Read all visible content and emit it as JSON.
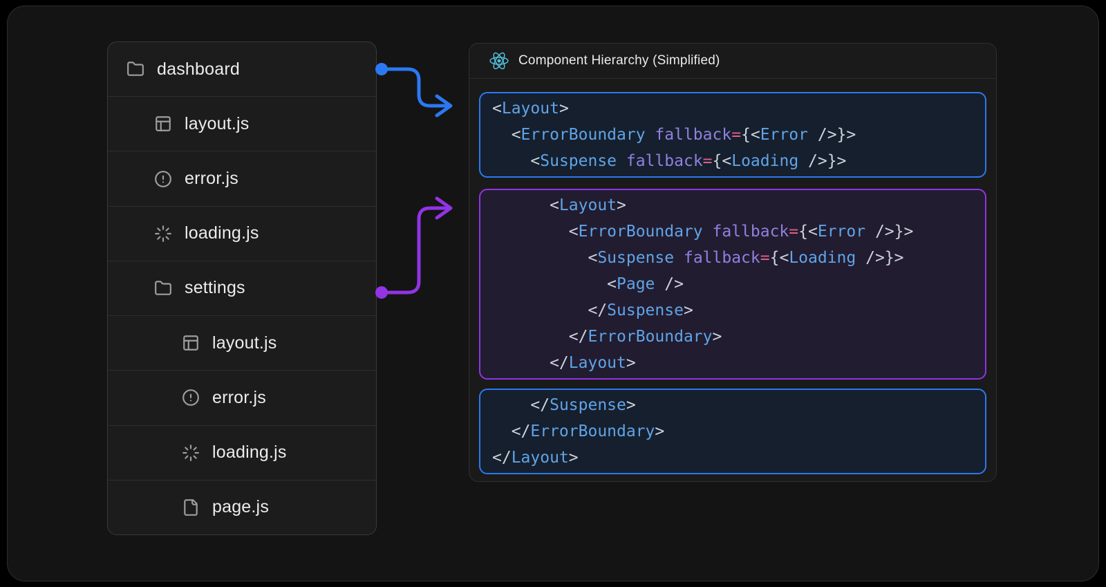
{
  "file_tree": {
    "items": [
      {
        "label": "dashboard",
        "icon": "folder",
        "indent": 0
      },
      {
        "label": "layout.js",
        "icon": "layout",
        "indent": 1
      },
      {
        "label": "error.js",
        "icon": "alert-circle",
        "indent": 1
      },
      {
        "label": "loading.js",
        "icon": "loader",
        "indent": 1
      },
      {
        "label": "settings",
        "icon": "folder",
        "indent": 1
      },
      {
        "label": "layout.js",
        "icon": "layout",
        "indent": 2
      },
      {
        "label": "error.js",
        "icon": "alert-circle",
        "indent": 2
      },
      {
        "label": "loading.js",
        "icon": "loader",
        "indent": 2
      },
      {
        "label": "page.js",
        "icon": "file",
        "indent": 2
      }
    ]
  },
  "hierarchy_panel": {
    "title": "Component Hierarchy (Simplified)",
    "icon": "react-icon",
    "blocks": [
      {
        "accent": "blue",
        "source": "dashboard",
        "lines": [
          [
            [
              "p",
              "<"
            ],
            [
              "t",
              "Layout"
            ],
            [
              "p",
              ">"
            ]
          ],
          [
            [
              "p",
              "  <"
            ],
            [
              "t",
              "ErrorBoundary"
            ],
            [
              "p",
              " "
            ],
            [
              "a",
              "fallback"
            ],
            [
              "o",
              "="
            ],
            [
              "p",
              "{<"
            ],
            [
              "t",
              "Error"
            ],
            [
              "p",
              " />}>"
            ]
          ],
          [
            [
              "p",
              "    <"
            ],
            [
              "t",
              "Suspense"
            ],
            [
              "p",
              " "
            ],
            [
              "a",
              "fallback"
            ],
            [
              "o",
              "="
            ],
            [
              "p",
              "{<"
            ],
            [
              "t",
              "Loading"
            ],
            [
              "p",
              " />}>"
            ]
          ]
        ]
      },
      {
        "accent": "purple",
        "source": "settings",
        "lines": [
          [
            [
              "p",
              "      <"
            ],
            [
              "t",
              "Layout"
            ],
            [
              "p",
              ">"
            ]
          ],
          [
            [
              "p",
              "        <"
            ],
            [
              "t",
              "ErrorBoundary"
            ],
            [
              "p",
              " "
            ],
            [
              "a",
              "fallback"
            ],
            [
              "o",
              "="
            ],
            [
              "p",
              "{<"
            ],
            [
              "t",
              "Error"
            ],
            [
              "p",
              " />}>"
            ]
          ],
          [
            [
              "p",
              "          <"
            ],
            [
              "t",
              "Suspense"
            ],
            [
              "p",
              " "
            ],
            [
              "a",
              "fallback"
            ],
            [
              "o",
              "="
            ],
            [
              "p",
              "{<"
            ],
            [
              "t",
              "Loading"
            ],
            [
              "p",
              " />}>"
            ]
          ],
          [
            [
              "p",
              "            <"
            ],
            [
              "t",
              "Page"
            ],
            [
              "p",
              " />"
            ]
          ],
          [
            [
              "p",
              "          </"
            ],
            [
              "t",
              "Suspense"
            ],
            [
              "p",
              ">"
            ]
          ],
          [
            [
              "p",
              "        </"
            ],
            [
              "t",
              "ErrorBoundary"
            ],
            [
              "p",
              ">"
            ]
          ],
          [
            [
              "p",
              "      </"
            ],
            [
              "t",
              "Layout"
            ],
            [
              "p",
              ">"
            ]
          ]
        ]
      },
      {
        "accent": "blue",
        "source": "dashboard",
        "lines": [
          [
            [
              "p",
              "    </"
            ],
            [
              "t",
              "Suspense"
            ],
            [
              "p",
              ">"
            ]
          ],
          [
            [
              "p",
              "  </"
            ],
            [
              "t",
              "ErrorBoundary"
            ],
            [
              "p",
              ">"
            ]
          ],
          [
            [
              "p",
              "</"
            ],
            [
              "t",
              "Layout"
            ],
            [
              "p",
              ">"
            ]
          ]
        ]
      }
    ]
  },
  "colors": {
    "accent_blue": "#2b79f2",
    "accent_purple": "#9134e4",
    "react_cyan": "#53c1de",
    "code_tag": "#5fa4e8",
    "code_attr": "#9180df",
    "code_operator": "#e25f89",
    "code_punctuation": "#ccd4de"
  }
}
